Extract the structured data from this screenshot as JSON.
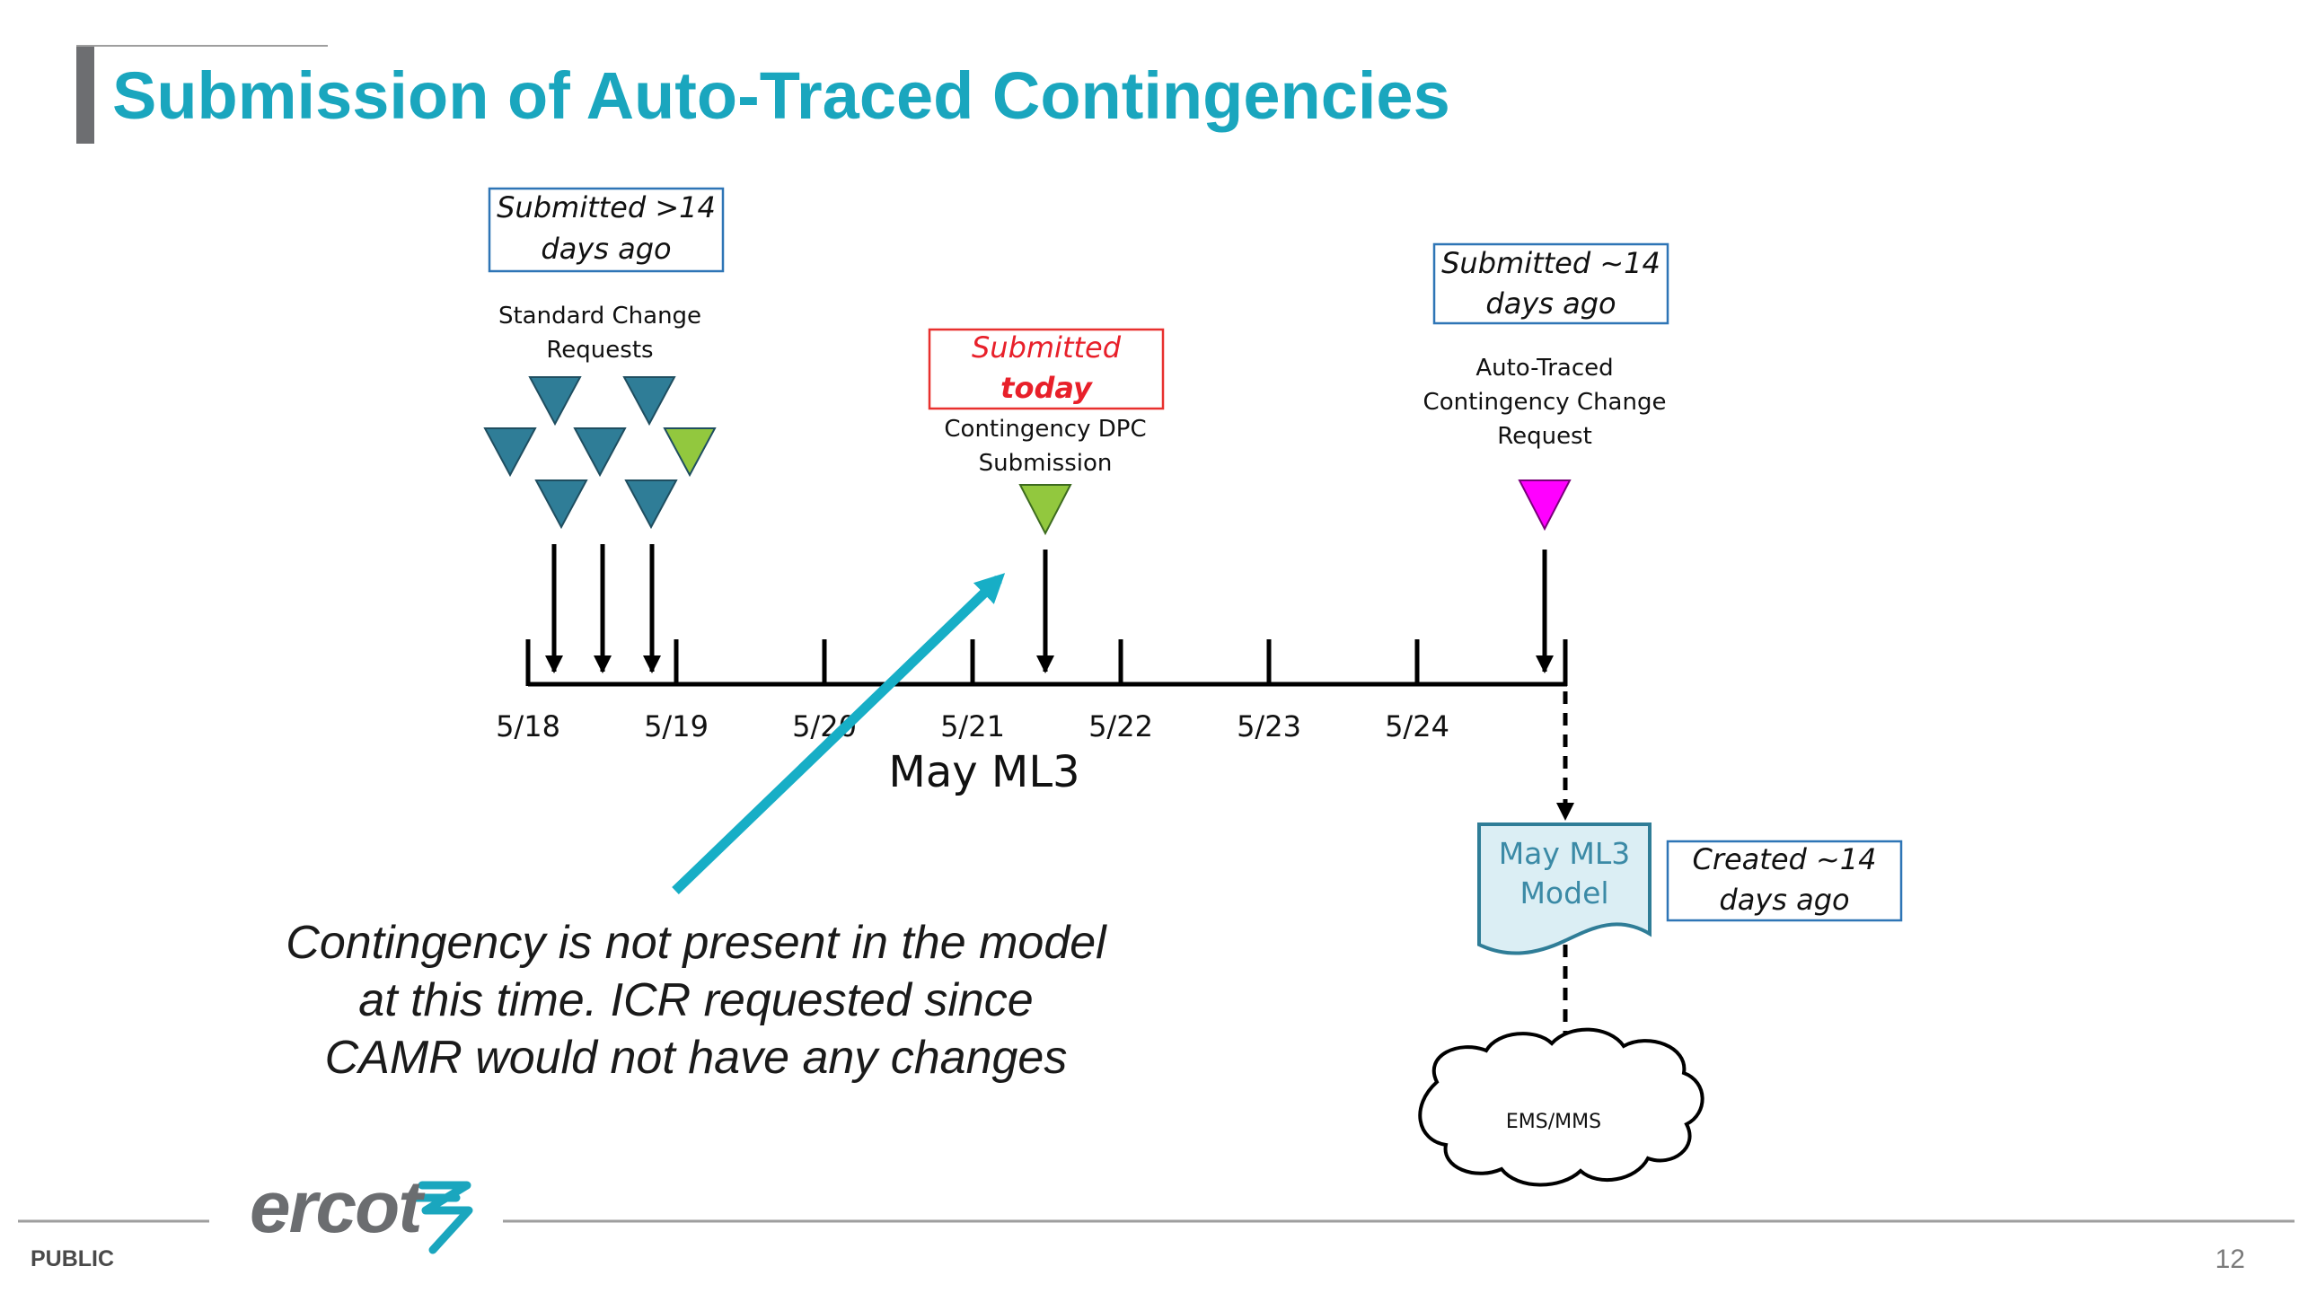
{
  "slide": {
    "title": "Submission of Auto-Traced Contingencies",
    "footer_left": "PUBLIC",
    "page_number": "12",
    "logo_text": "ercot"
  },
  "timeline": {
    "title": "May ML3",
    "dates": [
      "5/18",
      "5/19",
      "5/20",
      "5/21",
      "5/22",
      "5/23",
      "5/24"
    ]
  },
  "callouts": {
    "standard": {
      "box": [
        "Submitted >14",
        "days ago"
      ],
      "label": [
        "Standard Change",
        "Requests"
      ]
    },
    "dpc": {
      "box": [
        "Submitted",
        "today"
      ],
      "label": [
        "Contingency DPC",
        "Submission"
      ]
    },
    "auto": {
      "box": [
        "Submitted ~14",
        "days ago"
      ],
      "label": [
        "Auto-Traced",
        "Contingency Change",
        "Request"
      ]
    },
    "model": {
      "doc": [
        "May ML3",
        "Model"
      ],
      "box": [
        "Created ~14",
        "days ago"
      ]
    },
    "ems": "EMS/MMS"
  },
  "note": {
    "lines": [
      "Contingency is not present in the model",
      "at this time.  ICR requested since",
      "CAMR would not have any changes"
    ]
  },
  "colors": {
    "title": "#1aa6be",
    "teal_marker": "#2f7d97",
    "green_marker": "#92c83e",
    "magenta_marker": "#ff00ff",
    "box_border_blue": "#2e75b6",
    "box_border_red": "#e8302e",
    "red_text": "#e8202a",
    "cyan_arrow": "#17aec6",
    "doc_fill": "#dbeef4",
    "doc_text": "#3b8aa6"
  }
}
